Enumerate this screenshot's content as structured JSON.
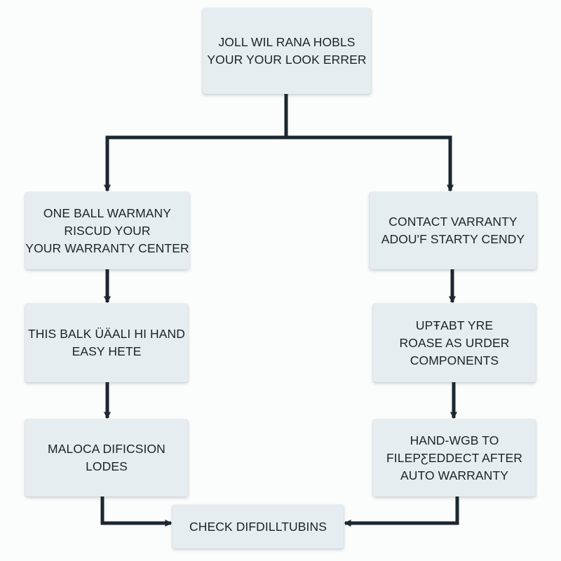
{
  "colors": {
    "background": "#fbfcfc",
    "node_fill": "#e6edf0",
    "text": "#1c2226",
    "connector": "#1c2730"
  },
  "nodes": {
    "top": {
      "lines": [
        "JOLL WIL RANA HOBLS",
        "YOUR YOUR LOOK ERRER"
      ]
    },
    "left_1": {
      "lines": [
        "ONE BALL WARMANY",
        "RISCUD YOUR",
        "YOUR WARRANTY CENTER"
      ]
    },
    "left_2": {
      "lines": [
        "THIS BALK ÜÄALI HI HAND",
        "EASY HETE"
      ]
    },
    "left_3": {
      "lines": [
        "MALOCA DIFICSION",
        "LODES"
      ]
    },
    "right_1": {
      "lines": [
        "CONTACT VARRANTY",
        "ADOU'F STARTY CENDY"
      ]
    },
    "right_2": {
      "lines": [
        "UPŦABT YRE",
        "ROASE AS URDER",
        "COMPONENTS"
      ]
    },
    "right_3": {
      "lines": [
        "HAND-WGB TO",
        "FILEPƸEDDECT AFTER",
        "AUTO WARRANTY"
      ]
    },
    "bottom": {
      "lines": [
        "CHECK DIFDILLTUBINS"
      ]
    }
  }
}
